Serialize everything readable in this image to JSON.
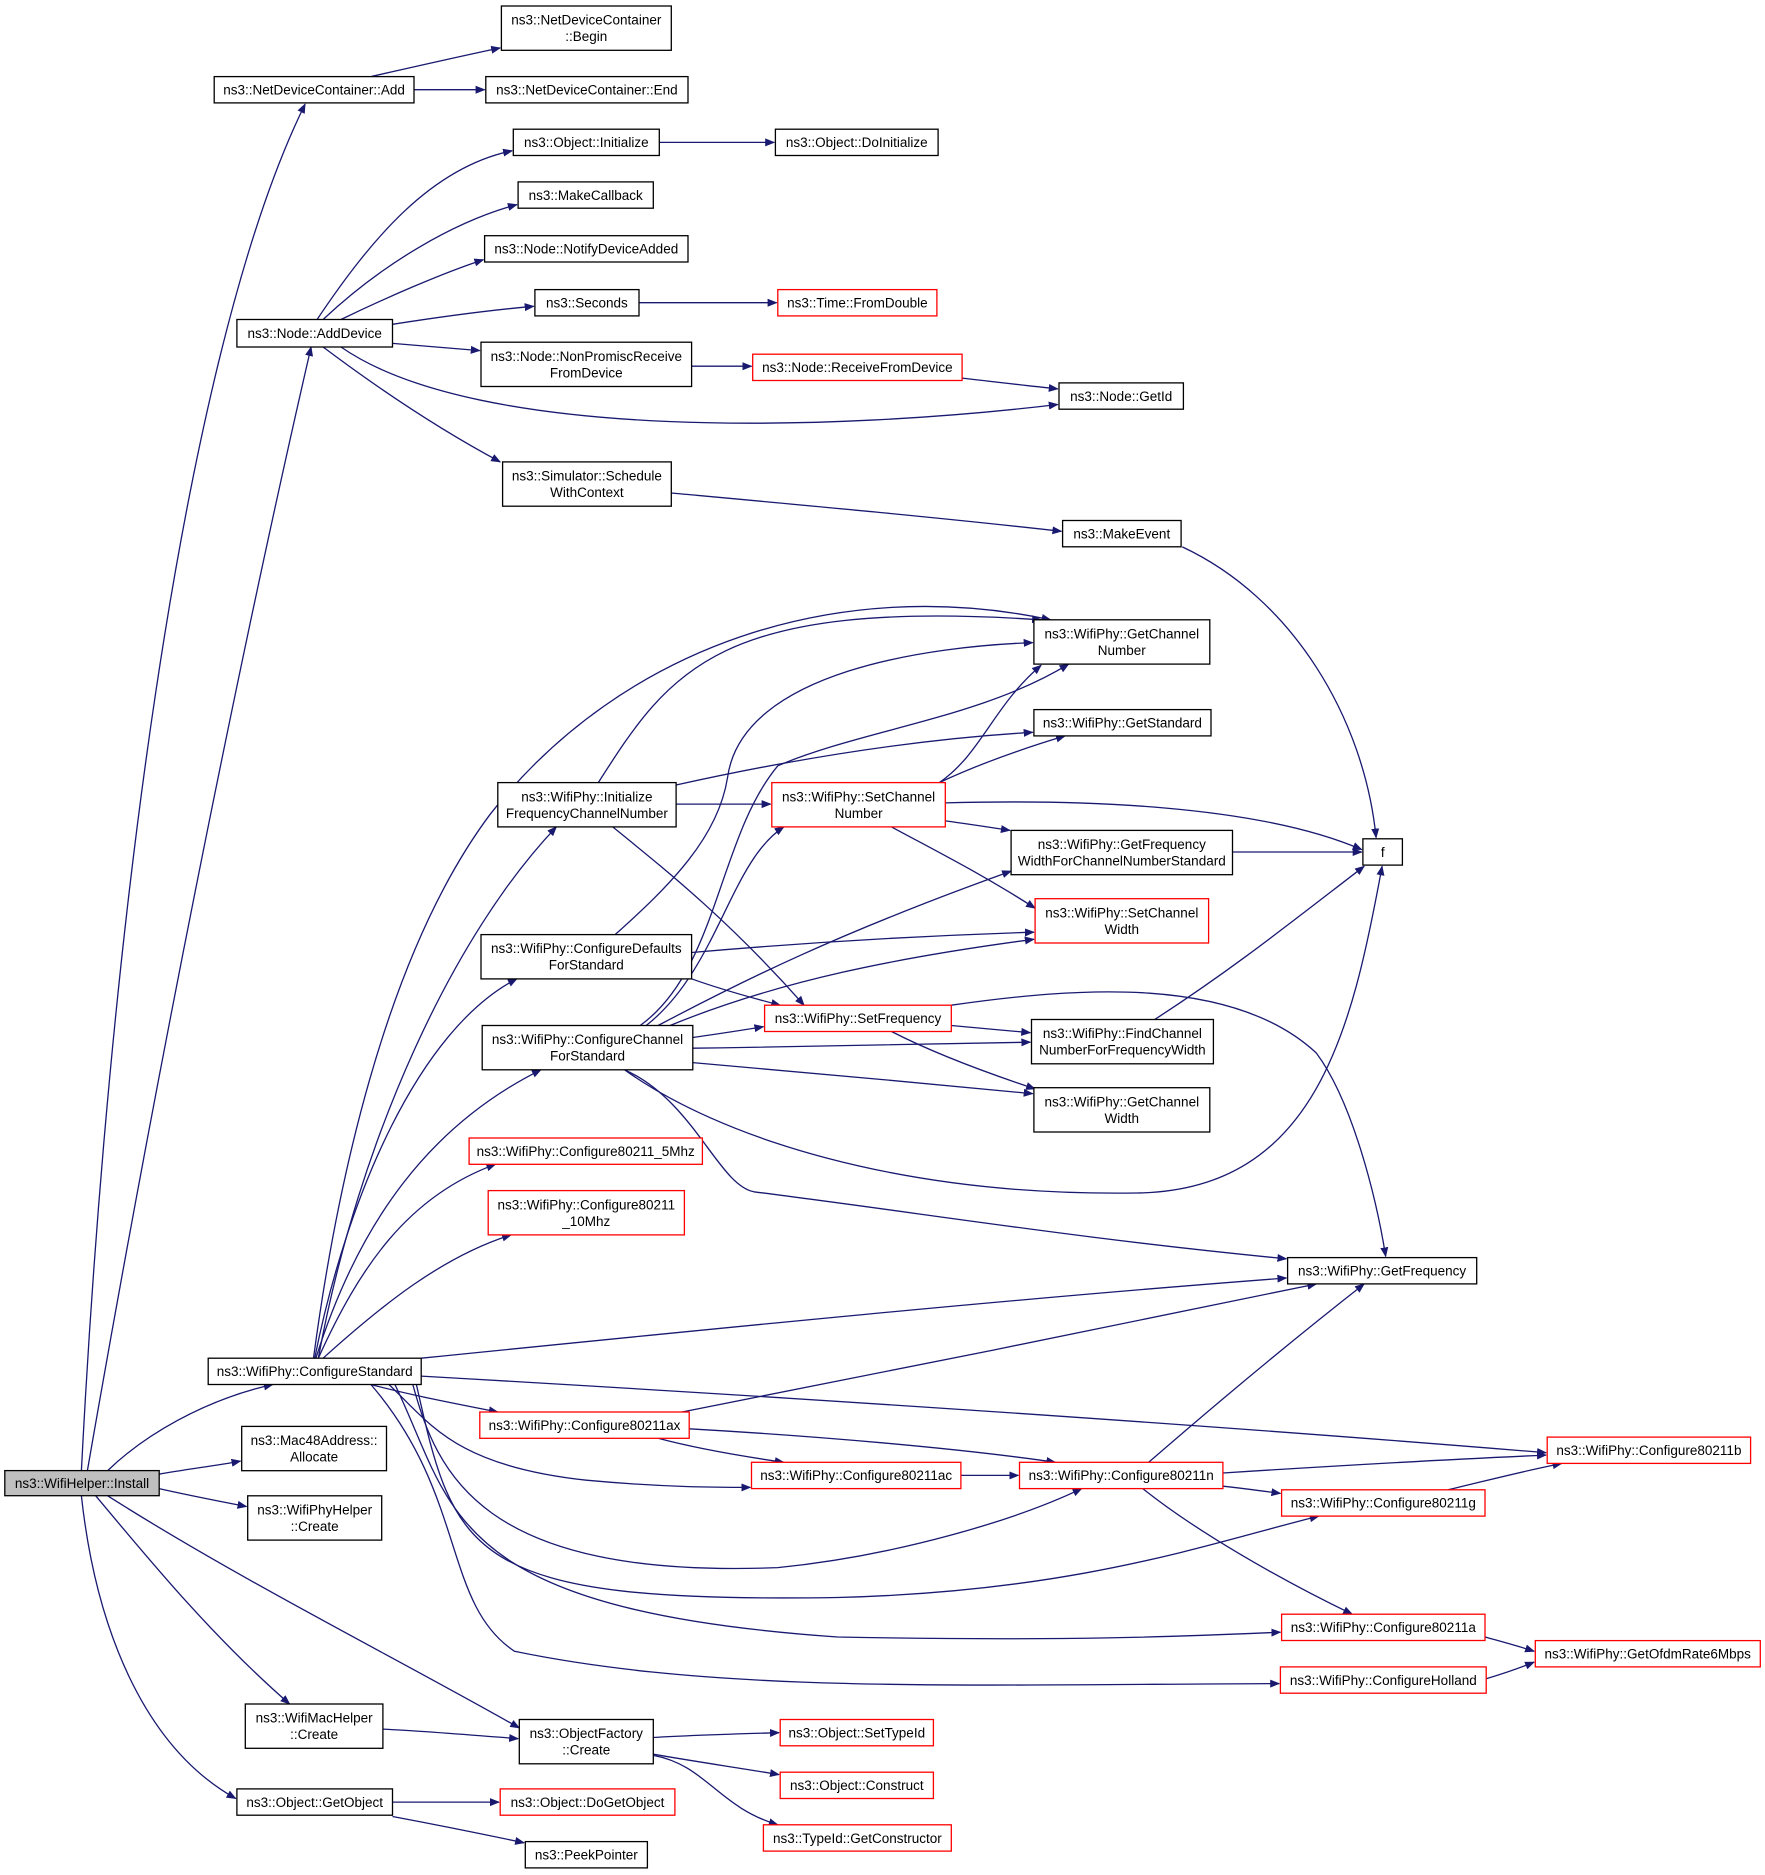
{
  "colors": {
    "edge": "#191970",
    "node_border_linked": "#000000",
    "node_border_truncated": "#ff0000",
    "root_fill": "#bfbfbf",
    "node_fill": "#ffffff"
  },
  "nodes": [
    {
      "id": "install",
      "lines": [
        "ns3::WifiHelper::Install"
      ],
      "kind": "root"
    },
    {
      "id": "ndc_add",
      "lines": [
        "ns3::NetDeviceContainer::Add"
      ],
      "kind": "normal"
    },
    {
      "id": "ndc_begin",
      "lines": [
        "ns3::NetDeviceContainer",
        "::Begin"
      ],
      "kind": "normal"
    },
    {
      "id": "ndc_end",
      "lines": [
        "ns3::NetDeviceContainer::End"
      ],
      "kind": "normal"
    },
    {
      "id": "obj_init",
      "lines": [
        "ns3::Object::Initialize"
      ],
      "kind": "normal"
    },
    {
      "id": "obj_doinit",
      "lines": [
        "ns3::Object::DoInitialize"
      ],
      "kind": "normal"
    },
    {
      "id": "makecb",
      "lines": [
        "ns3::MakeCallback"
      ],
      "kind": "normal"
    },
    {
      "id": "notify",
      "lines": [
        "ns3::Node::NotifyDeviceAdded"
      ],
      "kind": "normal"
    },
    {
      "id": "seconds",
      "lines": [
        "ns3::Seconds"
      ],
      "kind": "normal"
    },
    {
      "id": "fromdouble",
      "lines": [
        "ns3::Time::FromDouble"
      ],
      "kind": "truncated"
    },
    {
      "id": "adddevice",
      "lines": [
        "ns3::Node::AddDevice"
      ],
      "kind": "normal"
    },
    {
      "id": "nonpromisc",
      "lines": [
        "ns3::Node::NonPromiscReceive",
        "FromDevice"
      ],
      "kind": "normal"
    },
    {
      "id": "recvfromdev",
      "lines": [
        "ns3::Node::ReceiveFromDevice"
      ],
      "kind": "truncated"
    },
    {
      "id": "getid",
      "lines": [
        "ns3::Node::GetId"
      ],
      "kind": "normal"
    },
    {
      "id": "schedctx",
      "lines": [
        "ns3::Simulator::Schedule",
        "WithContext"
      ],
      "kind": "normal"
    },
    {
      "id": "makeevent",
      "lines": [
        "ns3::MakeEvent"
      ],
      "kind": "normal"
    },
    {
      "id": "getchnum",
      "lines": [
        "ns3::WifiPhy::GetChannel",
        "Number"
      ],
      "kind": "normal"
    },
    {
      "id": "getstd",
      "lines": [
        "ns3::WifiPhy::GetStandard"
      ],
      "kind": "normal"
    },
    {
      "id": "initfreq",
      "lines": [
        "ns3::WifiPhy::Initialize",
        "FrequencyChannelNumber"
      ],
      "kind": "normal"
    },
    {
      "id": "setchnum",
      "lines": [
        "ns3::WifiPhy::SetChannel",
        "Number"
      ],
      "kind": "truncated"
    },
    {
      "id": "getfreqwidth",
      "lines": [
        "ns3::WifiPhy::GetFrequency",
        "WidthForChannelNumberStandard"
      ],
      "kind": "normal"
    },
    {
      "id": "f",
      "lines": [
        "f"
      ],
      "kind": "normal"
    },
    {
      "id": "setchwidth",
      "lines": [
        "ns3::WifiPhy::SetChannel",
        "Width"
      ],
      "kind": "truncated"
    },
    {
      "id": "confdef",
      "lines": [
        "ns3::WifiPhy::ConfigureDefaults",
        "ForStandard"
      ],
      "kind": "normal"
    },
    {
      "id": "setfreq",
      "lines": [
        "ns3::WifiPhy::SetFrequency"
      ],
      "kind": "truncated"
    },
    {
      "id": "confch",
      "lines": [
        "ns3::WifiPhy::ConfigureChannel",
        "ForStandard"
      ],
      "kind": "normal"
    },
    {
      "id": "findch",
      "lines": [
        "ns3::WifiPhy::FindChannel",
        "NumberForFrequencyWidth"
      ],
      "kind": "normal"
    },
    {
      "id": "getchwidth",
      "lines": [
        "ns3::WifiPhy::GetChannel",
        "Width"
      ],
      "kind": "normal"
    },
    {
      "id": "c5mhz",
      "lines": [
        "ns3::WifiPhy::Configure80211_5Mhz"
      ],
      "kind": "truncated"
    },
    {
      "id": "c10mhz",
      "lines": [
        "ns3::WifiPhy::Configure80211",
        "_10Mhz"
      ],
      "kind": "truncated"
    },
    {
      "id": "getfreq",
      "lines": [
        "ns3::WifiPhy::GetFrequency"
      ],
      "kind": "normal"
    },
    {
      "id": "confstd",
      "lines": [
        "ns3::WifiPhy::ConfigureStandard"
      ],
      "kind": "normal"
    },
    {
      "id": "c_ax",
      "lines": [
        "ns3::WifiPhy::Configure80211ax"
      ],
      "kind": "truncated"
    },
    {
      "id": "c_b",
      "lines": [
        "ns3::WifiPhy::Configure80211b"
      ],
      "kind": "truncated"
    },
    {
      "id": "mac48",
      "lines": [
        "ns3::Mac48Address::",
        "Allocate"
      ],
      "kind": "normal"
    },
    {
      "id": "c_ac",
      "lines": [
        "ns3::WifiPhy::Configure80211ac"
      ],
      "kind": "truncated"
    },
    {
      "id": "c_n",
      "lines": [
        "ns3::WifiPhy::Configure80211n"
      ],
      "kind": "truncated"
    },
    {
      "id": "phyhelper",
      "lines": [
        "ns3::WifiPhyHelper",
        "::Create"
      ],
      "kind": "normal"
    },
    {
      "id": "c_g",
      "lines": [
        "ns3::WifiPhy::Configure80211g"
      ],
      "kind": "truncated"
    },
    {
      "id": "c_a",
      "lines": [
        "ns3::WifiPhy::Configure80211a"
      ],
      "kind": "truncated"
    },
    {
      "id": "ofdm6",
      "lines": [
        "ns3::WifiPhy::GetOfdmRate6Mbps"
      ],
      "kind": "truncated"
    },
    {
      "id": "holland",
      "lines": [
        "ns3::WifiPhy::ConfigureHolland"
      ],
      "kind": "truncated"
    },
    {
      "id": "machelper",
      "lines": [
        "ns3::WifiMacHelper",
        "::Create"
      ],
      "kind": "normal"
    },
    {
      "id": "objfactory",
      "lines": [
        "ns3::ObjectFactory",
        "::Create"
      ],
      "kind": "normal"
    },
    {
      "id": "settypeid",
      "lines": [
        "ns3::Object::SetTypeId"
      ],
      "kind": "truncated"
    },
    {
      "id": "construct",
      "lines": [
        "ns3::Object::Construct"
      ],
      "kind": "truncated"
    },
    {
      "id": "getctor",
      "lines": [
        "ns3::TypeId::GetConstructor"
      ],
      "kind": "truncated"
    },
    {
      "id": "getobject",
      "lines": [
        "ns3::Object::GetObject"
      ],
      "kind": "normal"
    },
    {
      "id": "dogetobject",
      "lines": [
        "ns3::Object::DoGetObject"
      ],
      "kind": "truncated"
    },
    {
      "id": "peekptr",
      "lines": [
        "ns3::PeekPointer"
      ],
      "kind": "normal"
    }
  ],
  "edges": [
    [
      "install",
      "ndc_add"
    ],
    [
      "ndc_add",
      "ndc_begin"
    ],
    [
      "ndc_add",
      "ndc_end"
    ],
    [
      "install",
      "adddevice"
    ],
    [
      "adddevice",
      "obj_init"
    ],
    [
      "obj_init",
      "obj_doinit"
    ],
    [
      "adddevice",
      "makecb"
    ],
    [
      "adddevice",
      "notify"
    ],
    [
      "adddevice",
      "seconds"
    ],
    [
      "seconds",
      "fromdouble"
    ],
    [
      "adddevice",
      "nonpromisc"
    ],
    [
      "nonpromisc",
      "recvfromdev"
    ],
    [
      "recvfromdev",
      "getid"
    ],
    [
      "adddevice",
      "getid"
    ],
    [
      "adddevice",
      "schedctx"
    ],
    [
      "schedctx",
      "makeevent"
    ],
    [
      "makeevent",
      "f"
    ],
    [
      "install",
      "confstd"
    ],
    [
      "confstd",
      "initfreq"
    ],
    [
      "confstd",
      "confdef"
    ],
    [
      "confstd",
      "confch"
    ],
    [
      "confstd",
      "c5mhz"
    ],
    [
      "confstd",
      "c10mhz"
    ],
    [
      "confstd",
      "getchnum"
    ],
    [
      "confstd",
      "getfreq"
    ],
    [
      "confstd",
      "c_ax"
    ],
    [
      "confstd",
      "c_ac"
    ],
    [
      "confstd",
      "c_n"
    ],
    [
      "confstd",
      "c_b"
    ],
    [
      "confstd",
      "c_g"
    ],
    [
      "confstd",
      "c_a"
    ],
    [
      "confstd",
      "holland"
    ],
    [
      "initfreq",
      "getchnum"
    ],
    [
      "initfreq",
      "getstd"
    ],
    [
      "initfreq",
      "setchnum"
    ],
    [
      "initfreq",
      "setfreq"
    ],
    [
      "setchnum",
      "getchnum"
    ],
    [
      "setchnum",
      "getstd"
    ],
    [
      "setchnum",
      "getfreqwidth"
    ],
    [
      "setchnum",
      "setchwidth"
    ],
    [
      "setchnum",
      "f"
    ],
    [
      "getfreqwidth",
      "f"
    ],
    [
      "confdef",
      "getchnum"
    ],
    [
      "confdef",
      "setchwidth"
    ],
    [
      "confdef",
      "setfreq"
    ],
    [
      "confch",
      "setchnum"
    ],
    [
      "confch",
      "getchnum"
    ],
    [
      "confch",
      "getfreqwidth"
    ],
    [
      "confch",
      "setchwidth"
    ],
    [
      "confch",
      "setfreq"
    ],
    [
      "confch",
      "findch"
    ],
    [
      "confch",
      "getchwidth"
    ],
    [
      "confch",
      "f"
    ],
    [
      "confch",
      "getfreq"
    ],
    [
      "setfreq",
      "findch"
    ],
    [
      "setfreq",
      "getchwidth"
    ],
    [
      "setfreq",
      "getfreq"
    ],
    [
      "findch",
      "f"
    ],
    [
      "c_ax",
      "c_ac"
    ],
    [
      "c_ax",
      "c_n"
    ],
    [
      "c_ax",
      "getfreq"
    ],
    [
      "c_ac",
      "c_n"
    ],
    [
      "c_n",
      "getfreq"
    ],
    [
      "c_n",
      "c_b"
    ],
    [
      "c_n",
      "c_g"
    ],
    [
      "c_n",
      "c_a"
    ],
    [
      "c_g",
      "c_b"
    ],
    [
      "c_a",
      "ofdm6"
    ],
    [
      "holland",
      "ofdm6"
    ],
    [
      "install",
      "mac48"
    ],
    [
      "install",
      "phyhelper"
    ],
    [
      "install",
      "machelper"
    ],
    [
      "install",
      "objfactory"
    ],
    [
      "machelper",
      "objfactory"
    ],
    [
      "objfactory",
      "settypeid"
    ],
    [
      "objfactory",
      "construct"
    ],
    [
      "objfactory",
      "getctor"
    ],
    [
      "install",
      "getobject"
    ],
    [
      "getobject",
      "dogetobject"
    ],
    [
      "getobject",
      "peekptr"
    ]
  ]
}
